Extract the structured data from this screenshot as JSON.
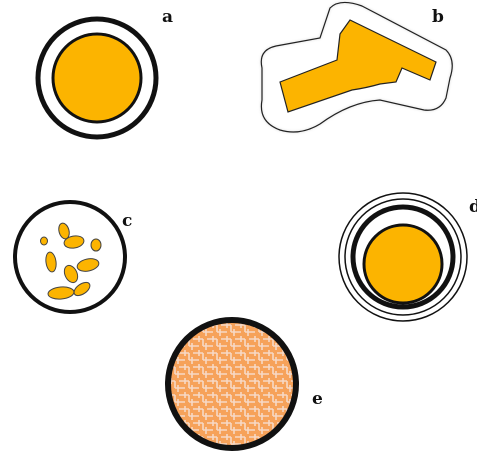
{
  "colors": {
    "background": "#ffffff",
    "ring": "#111111",
    "fill": "#fcb400",
    "hatch_base": "#f6a25a",
    "hatch_line": "#f7d9c6",
    "halo": "#f2f2f2"
  },
  "panels": {
    "a": {
      "label": "a"
    },
    "b": {
      "label": "b"
    },
    "c": {
      "label": "c"
    },
    "d": {
      "label": "d"
    },
    "e": {
      "label": "e"
    }
  }
}
